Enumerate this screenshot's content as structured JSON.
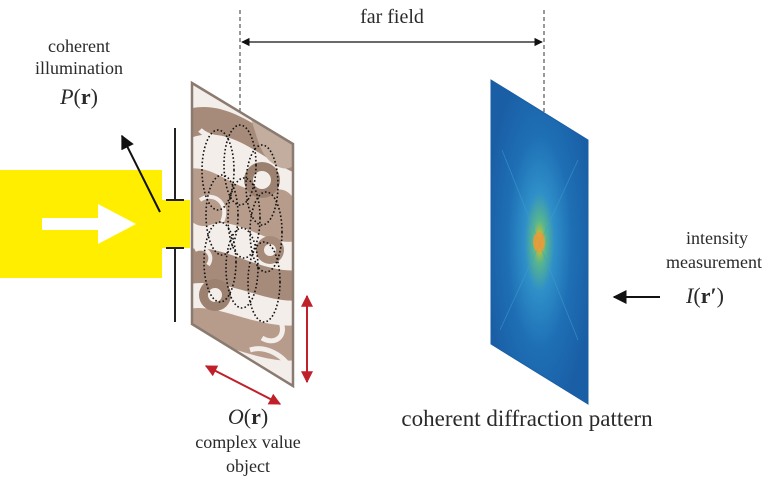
{
  "labels": {
    "far_field": "far field",
    "illumination_line1": "coherent",
    "illumination_line2": "illumination",
    "probe_symbol": "P",
    "probe_arg": "r",
    "object_symbol": "O",
    "object_arg": "r",
    "object_line1": "complex value",
    "object_line2": "object",
    "pattern_caption": "coherent diffraction pattern",
    "measure_line1": "intensity",
    "measure_line2": "measurement",
    "intensity_symbol": "I",
    "intensity_arg": "r′"
  },
  "colors": {
    "beam": "#ffee00",
    "arrow_red": "#c0202a",
    "object_frame": "#8a7a70",
    "object_fill": "#b09585",
    "pattern_blue": "#1f6fb8",
    "pattern_core": "#e8a040"
  }
}
